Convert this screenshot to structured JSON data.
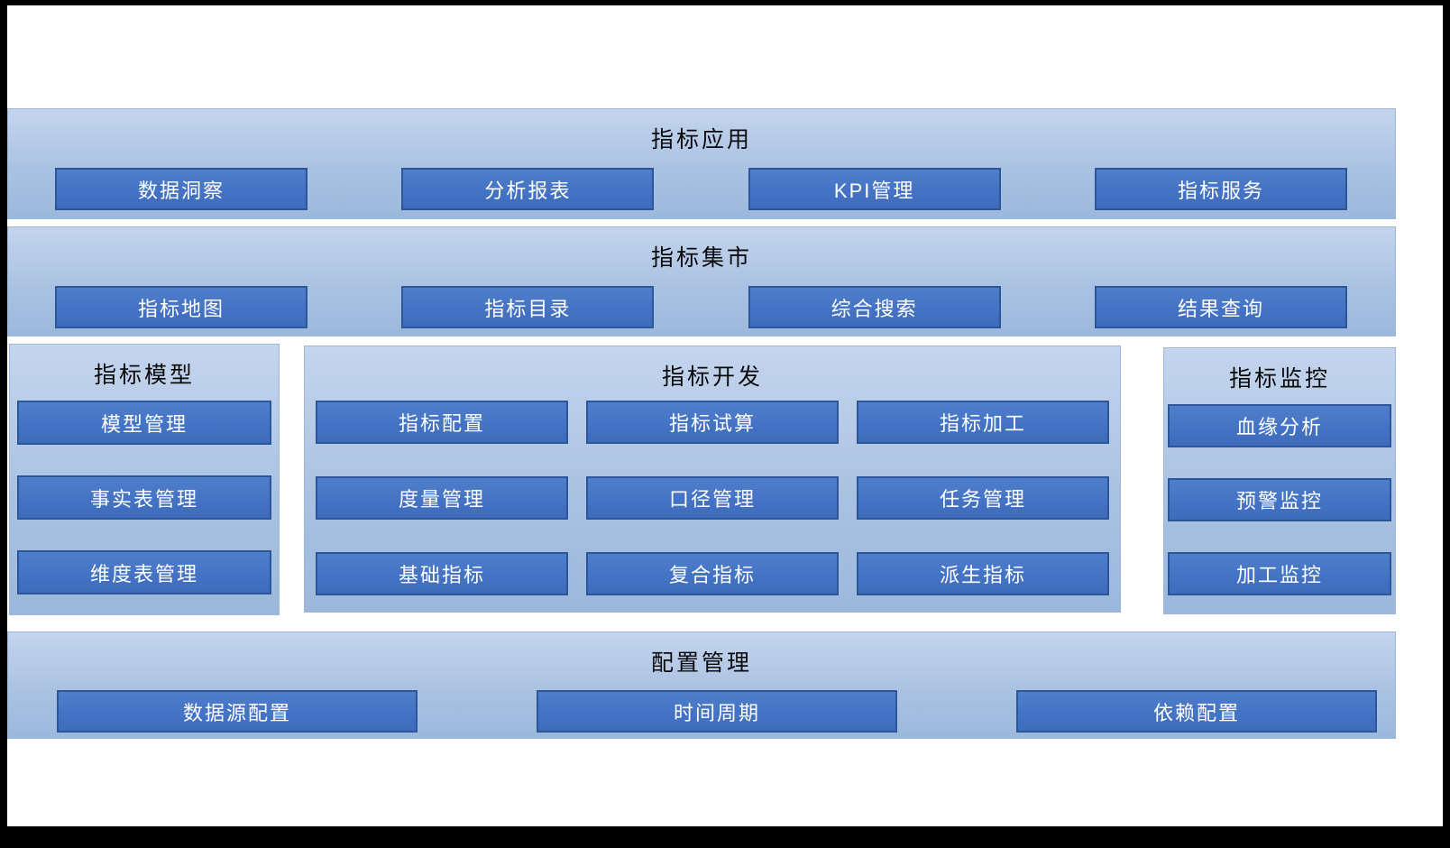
{
  "colors": {
    "panel_gradient_top": "#c4d5ed",
    "panel_gradient_bottom": "#9bb8dc",
    "button_fill": "#4472c4",
    "button_border": "#2b579a",
    "button_text": "#ffffff",
    "title_text": "#0a0a0a",
    "frame_edge": "#000000",
    "background": "#ffffff"
  },
  "sections": {
    "app": {
      "title": "指标应用",
      "items": [
        "数据洞察",
        "分析报表",
        "KPI管理",
        "指标服务"
      ]
    },
    "market": {
      "title": "指标集市",
      "items": [
        "指标地图",
        "指标目录",
        "综合搜索",
        "结果查询"
      ]
    },
    "model": {
      "title": "指标模型",
      "items": [
        "模型管理",
        "事实表管理",
        "维度表管理"
      ]
    },
    "dev": {
      "title": "指标开发",
      "items": [
        "指标配置",
        "指标试算",
        "指标加工",
        "度量管理",
        "口径管理",
        "任务管理",
        "基础指标",
        "复合指标",
        "派生指标"
      ]
    },
    "monitor": {
      "title": "指标监控",
      "items": [
        "血缘分析",
        "预警监控",
        "加工监控"
      ]
    },
    "config": {
      "title": "配置管理",
      "items": [
        "数据源配置",
        "时间周期",
        "依赖配置"
      ]
    }
  }
}
